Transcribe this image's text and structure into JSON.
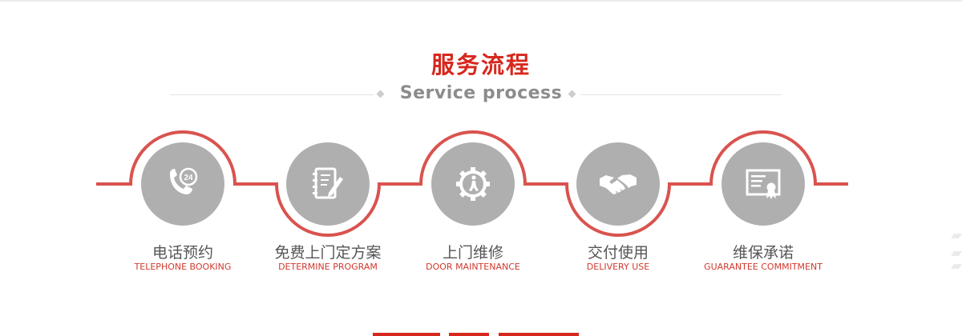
{
  "section": {
    "title": "服务流程",
    "subtitle": "Service process"
  },
  "colors": {
    "accent": "#d6281e",
    "line": "#d9534f",
    "icon_bg": "#afafaf"
  },
  "steps": [
    {
      "label_cn": "电话预约",
      "label_en": "TELEPHONE BOOKING",
      "icon": "phone-24-icon"
    },
    {
      "label_cn": "免费上门定方案",
      "label_en": "DETERMINE PROGRAM",
      "icon": "notebook-pen-icon"
    },
    {
      "label_cn": "上门维修",
      "label_en": "DOOR MAINTENANCE",
      "icon": "gear-person-icon"
    },
    {
      "label_cn": "交付使用",
      "label_en": "DELIVERY USE",
      "icon": "handshake-icon"
    },
    {
      "label_cn": "维保承诺",
      "label_en": "GUARANTEE COMMITMENT",
      "icon": "certificate-icon"
    }
  ]
}
